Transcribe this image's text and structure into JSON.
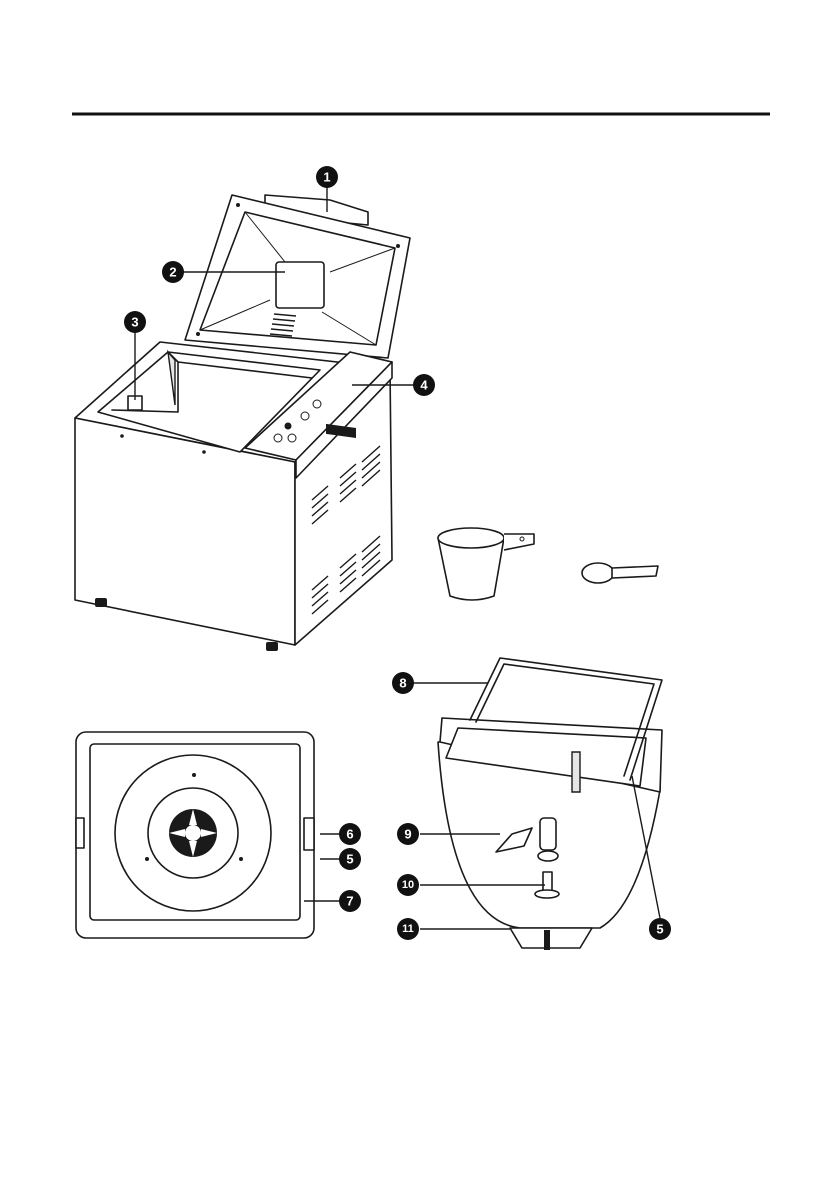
{
  "callouts": [
    {
      "id": "callout-1",
      "label": "1"
    },
    {
      "id": "callout-2",
      "label": "2"
    },
    {
      "id": "callout-3",
      "label": "3"
    },
    {
      "id": "callout-4",
      "label": "4"
    },
    {
      "id": "callout-5a",
      "label": "5"
    },
    {
      "id": "callout-5b",
      "label": "5"
    },
    {
      "id": "callout-6",
      "label": "6"
    },
    {
      "id": "callout-7",
      "label": "7"
    },
    {
      "id": "callout-8",
      "label": "8"
    },
    {
      "id": "callout-9",
      "label": "9"
    },
    {
      "id": "callout-10",
      "label": "10"
    },
    {
      "id": "callout-11",
      "label": "11"
    }
  ]
}
